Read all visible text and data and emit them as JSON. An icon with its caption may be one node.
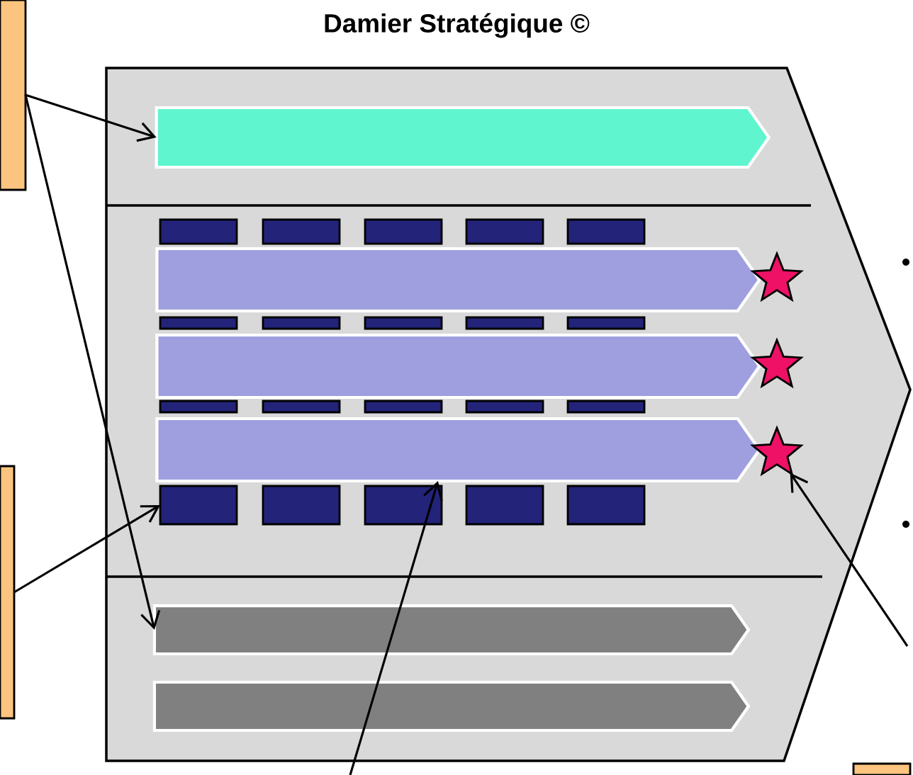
{
  "diagram": {
    "title": "Damier Stratégique ©",
    "nodes": [
      {
        "text": [],
        "shape": "box"
      },
      {
        "text": [],
        "shape": "box"
      },
      {
        "text": [],
        "shape": "pentagon"
      },
      {
        "text": [],
        "shape": "arrow",
        "in": 2
      },
      {
        "text": [],
        "shape": "box",
        "in": 2
      },
      {
        "text": [],
        "shape": "box",
        "in": 2
      },
      {
        "text": [],
        "shape": "box",
        "in": 2
      },
      {
        "text": [],
        "shape": "box",
        "in": 2
      },
      {
        "text": [],
        "shape": "box",
        "in": 2
      },
      {
        "text": [],
        "shape": "box",
        "in": 2
      },
      {
        "text": [],
        "shape": "box",
        "in": 2
      },
      {
        "text": [],
        "shape": "box",
        "in": 2
      },
      {
        "text": [],
        "shape": "box",
        "in": 2
      },
      {
        "text": [],
        "shape": "box",
        "in": 2
      },
      {
        "text": [],
        "shape": "box",
        "in": 2
      },
      {
        "text": [],
        "shape": "box",
        "in": 2
      },
      {
        "text": [],
        "shape": "box",
        "in": 2
      },
      {
        "text": [],
        "shape": "box",
        "in": 2
      },
      {
        "text": [],
        "shape": "box",
        "in": 2
      },
      {
        "text": [],
        "shape": "box",
        "in": 2
      },
      {
        "text": [],
        "shape": "box",
        "in": 2
      },
      {
        "text": [],
        "shape": "box",
        "in": 2
      },
      {
        "text": [],
        "shape": "box",
        "in": 2
      },
      {
        "text": [],
        "shape": "box",
        "in": 2
      },
      {
        "text": [],
        "shape": "arrow",
        "in": 2
      },
      {
        "text": [],
        "shape": "arrow",
        "in": 2
      },
      {
        "text": [],
        "shape": "arrow",
        "in": 2
      },
      {
        "text": [],
        "shape": "star",
        "in": 2
      },
      {
        "text": [],
        "shape": "star",
        "in": 2
      },
      {
        "text": [],
        "shape": "star",
        "in": 2
      },
      {
        "text": [],
        "shape": "arrow",
        "in": 2
      },
      {
        "text": [],
        "shape": "arrow",
        "in": 2
      },
      {
        "text": [],
        "shape": "box"
      }
    ],
    "edges": [
      {
        "from": 0,
        "to": 3,
        "arrow": "to"
      },
      {
        "from": 0,
        "to": 30,
        "arrow": "to"
      },
      {
        "from": 1,
        "to": 19,
        "arrow": "to"
      },
      {
        "from": null,
        "to": 26,
        "arrow": "to"
      },
      {
        "from": null,
        "to": 29,
        "arrow": "to"
      }
    ]
  }
}
